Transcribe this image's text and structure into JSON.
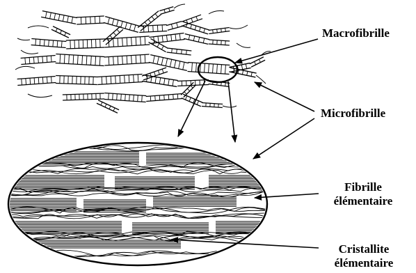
{
  "labels": {
    "macrofibrille": "Macrofibrille",
    "microfibrille": "Microfibrille",
    "fibrille_line1": "Fibrille",
    "fibrille_line2": "élémentaire",
    "cristallite_line1": "Cristallite",
    "cristallite_line2": "élémentaire"
  },
  "colors": {
    "ink": "#000000",
    "background": "#ffffff"
  }
}
